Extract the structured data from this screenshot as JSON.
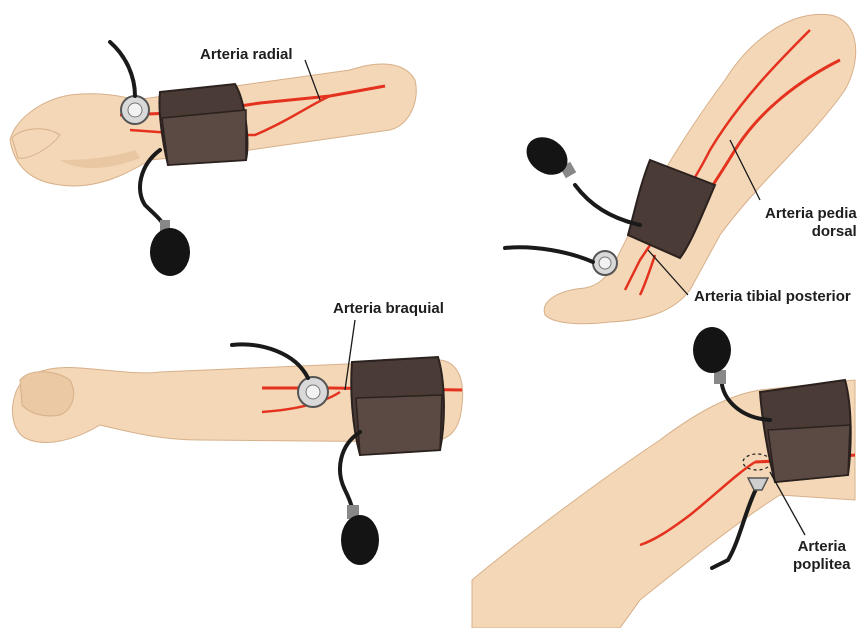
{
  "labels": {
    "radial": "Arteria radial",
    "braquial": "Arteria braquial",
    "pedia_line1": "Arteria pedia",
    "pedia_line2": "dorsal",
    "tibial": "Arteria tibial posterior",
    "poplitea_line1": "Arteria",
    "poplitea_line2": "poplitea"
  },
  "colors": {
    "skin": "#f3d7b6",
    "skin_shadow": "#e2bd96",
    "artery": "#e4321f",
    "cuff": "#4a3b36",
    "cuff_edge": "#2b211e",
    "bulb": "#141414",
    "tube": "#1a1a1a",
    "disc": "#d9d9d9",
    "background": "#ffffff"
  }
}
